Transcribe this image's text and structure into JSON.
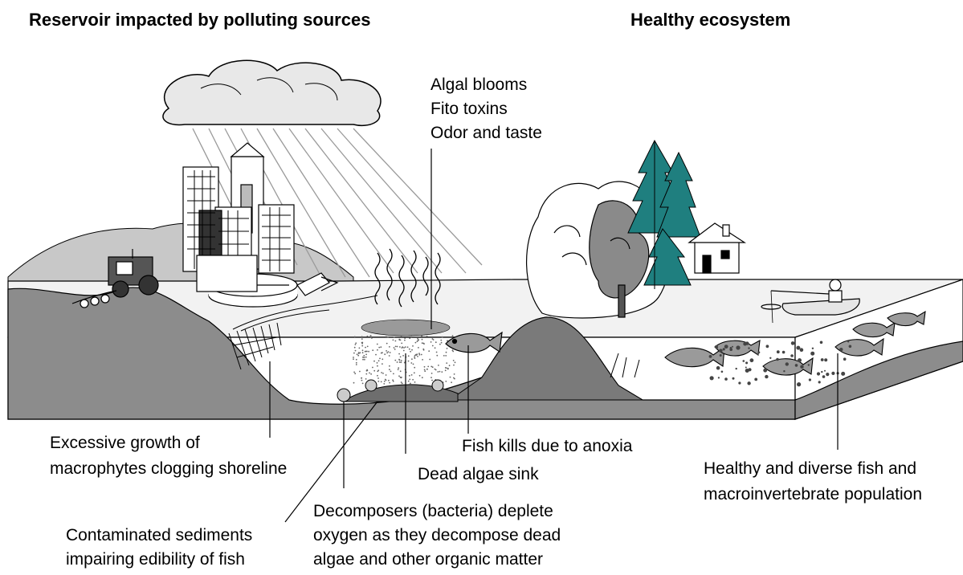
{
  "titles": {
    "left": "Reservoir impacted by polluting sources",
    "right": "Healthy ecosystem"
  },
  "labels": {
    "algal": [
      "Algal blooms",
      "Fito toxins",
      "Odor and taste"
    ],
    "macrophytes": [
      "Excessive growth of",
      "macrophytes clogging shoreline"
    ],
    "fish_kills": "Fish kills due to anoxia",
    "dead_algae": "Dead algae sink",
    "sediments": [
      "Contaminated sediments",
      "impairing edibility of fish"
    ],
    "decomposers": [
      "Decomposers (bacteria) deplete",
      "oxygen as they decompose dead",
      "algae and other organic matter"
    ],
    "healthy": [
      "Healthy and diverse fish and",
      "macroinvertebrate population"
    ]
  },
  "colors": {
    "land": "#8c8c8c",
    "hill": "#7a7a7a",
    "water_top": "#f2f2f2",
    "water_side": "#ffffff",
    "tree_green": "#1f7f7f",
    "outline": "#000000"
  }
}
